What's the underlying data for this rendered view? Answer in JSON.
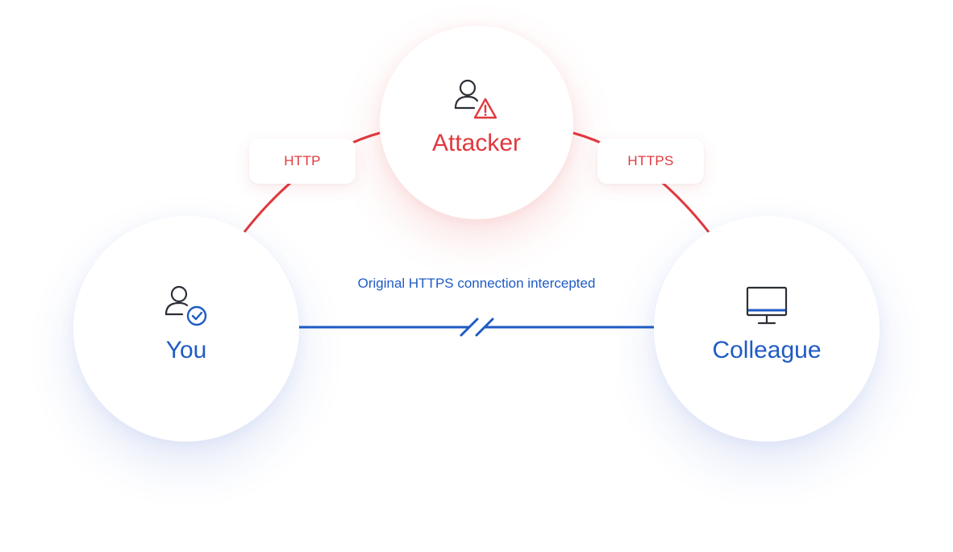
{
  "nodes": {
    "attacker": {
      "label": "Attacker",
      "icon": "user-warning-icon"
    },
    "you": {
      "label": "You",
      "icon": "user-check-icon"
    },
    "colleague": {
      "label": "Colleague",
      "icon": "monitor-icon"
    }
  },
  "links": {
    "you_to_attacker": {
      "label": "HTTP"
    },
    "attacker_to_colleague": {
      "label": "HTTPS"
    },
    "direct": {
      "label": "Original HTTPS connection intercepted",
      "status": "broken"
    }
  },
  "colors": {
    "attacker_red": "#e0383e",
    "secure_blue": "#1f5bc4",
    "icon_dark": "#2b2f36"
  }
}
